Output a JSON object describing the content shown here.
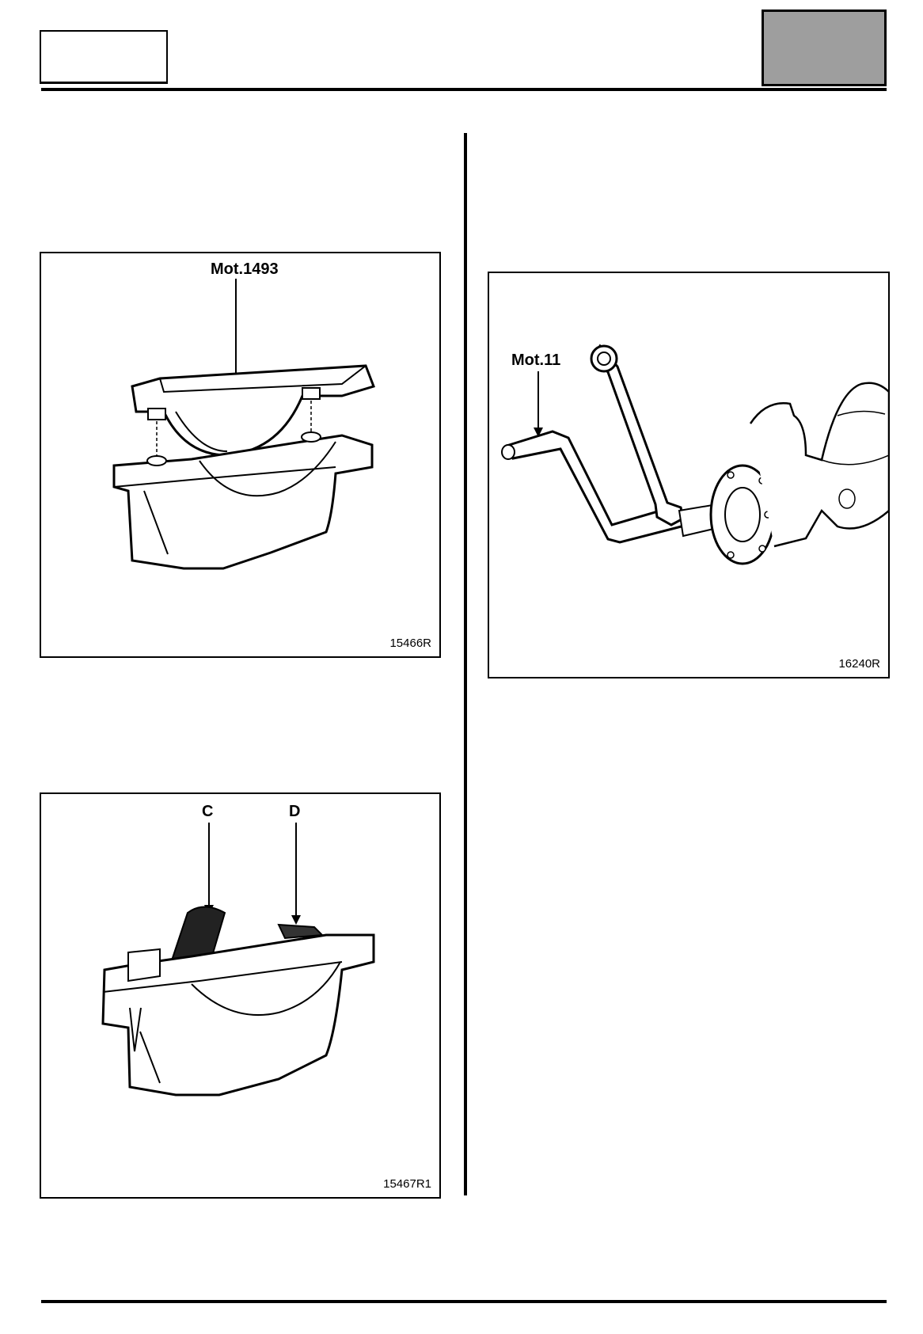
{
  "figures": [
    {
      "ref": "15466R",
      "callouts": [
        "Mot.1493"
      ]
    },
    {
      "ref": "15467R1",
      "callouts": [
        "C",
        "D"
      ]
    },
    {
      "ref": "16240R",
      "callouts": [
        "Mot.11"
      ]
    }
  ]
}
